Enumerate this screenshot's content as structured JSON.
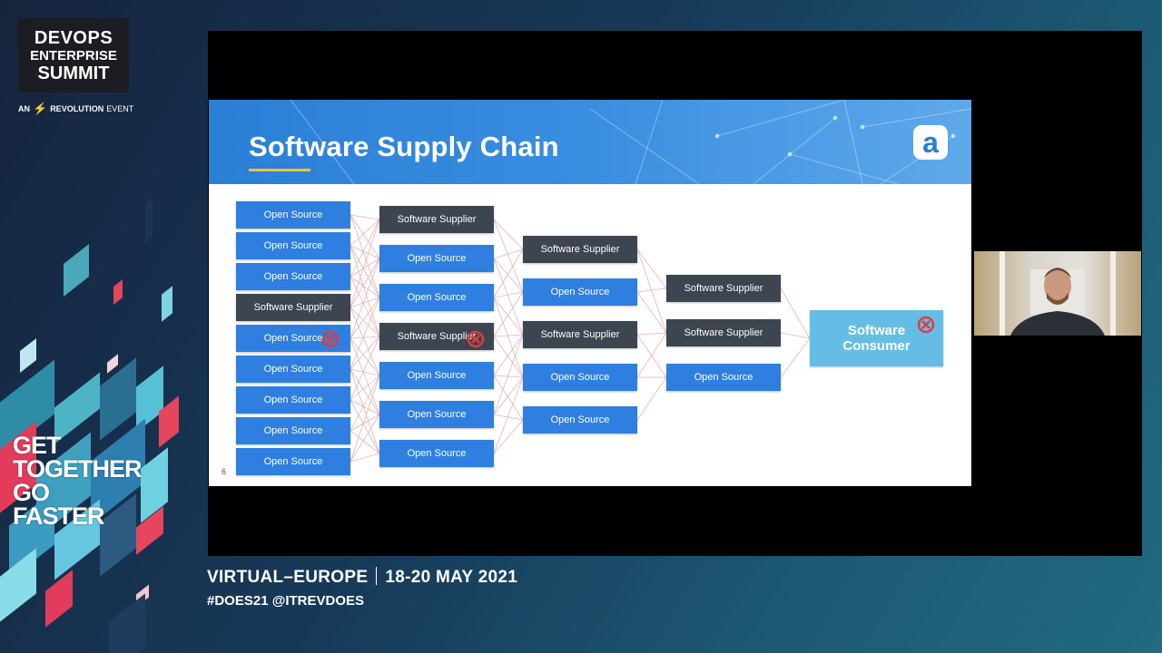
{
  "branding": {
    "logo_line1": "DEVOPS",
    "logo_line2": "ENTERPRISE",
    "logo_line3": "SUMMIT",
    "sub_prefix": "AN",
    "sub_brand": "REVOLUTION",
    "sub_suffix": "EVENT",
    "tagline": [
      "GET",
      "TOGETHER",
      "GO",
      "FASTER"
    ]
  },
  "slide": {
    "title": "Software Supply Chain",
    "logo_letter": "a",
    "page_number": "6",
    "columns": [
      [
        "Open Source",
        "Open Source",
        "Open Source",
        "Software Supplier",
        "Open Source",
        "Open Source",
        "Open Source",
        "Open Source",
        "Open Source"
      ],
      [
        "Software Supplier",
        "Open Source",
        "Open Source",
        "Software Supplier",
        "Open Source",
        "Open Source",
        "Open Source"
      ],
      [
        "Software Supplier",
        "Open Source",
        "Software Supplier",
        "Open Source",
        "Open Source"
      ],
      [
        "Software Supplier",
        "Software Supplier",
        "Open Source"
      ]
    ],
    "consumer_line1": "Software",
    "consumer_line2": "Consumer",
    "colors": {
      "open_source": "#2e7fe0",
      "software_supplier": "#3c4550",
      "consumer": "#65bde6",
      "compromised_mark": "#e23b3b"
    }
  },
  "footer": {
    "event": "VIRTUAL–EUROPE",
    "dates": "18-20 MAY 2021",
    "hashtags": "#DOES21 @ITREVDOES"
  }
}
